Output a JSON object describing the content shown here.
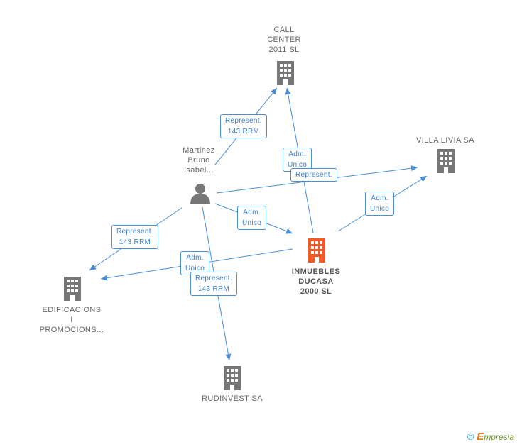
{
  "colors": {
    "edge": "#4a8fd6",
    "building": "#777777",
    "building_main": "#f05a28",
    "person": "#777777",
    "label_text": "#3f7fc9"
  },
  "nodes": {
    "call_center": {
      "lines": [
        "CALL",
        "CENTER",
        "2011 SL"
      ],
      "icon": "building-icon"
    },
    "villa_livia": {
      "lines": [
        "VILLA LIVIA SA"
      ],
      "icon": "building-icon"
    },
    "martinez": {
      "lines": [
        "Martinez",
        "Bruno",
        "Isabel..."
      ],
      "icon": "person-icon"
    },
    "inmuebles": {
      "lines": [
        "INMUEBLES",
        "DUCASA",
        "2000 SL"
      ],
      "icon": "building-icon"
    },
    "edificacions": {
      "lines": [
        "EDIFICACIONS",
        "I",
        "PROMOCIONS..."
      ],
      "icon": "building-icon"
    },
    "rudinvest": {
      "lines": [
        "RUDINVEST SA"
      ],
      "icon": "building-icon"
    }
  },
  "edge_labels": [
    {
      "id": "m_call",
      "lines": [
        "Represent.",
        "143 RRM"
      ]
    },
    {
      "id": "i_call",
      "lines": [
        "Adm.",
        "Unico"
      ]
    },
    {
      "id": "m_villa",
      "lines": [
        "Represent."
      ]
    },
    {
      "id": "i_villa",
      "lines": [
        "Adm.",
        "Unico"
      ]
    },
    {
      "id": "m_inm",
      "lines": [
        "Adm.",
        "Unico"
      ]
    },
    {
      "id": "m_edif",
      "lines": [
        "Represent.",
        "143 RRM"
      ]
    },
    {
      "id": "i_edif",
      "lines": [
        "Adm.",
        "Unico"
      ]
    },
    {
      "id": "m_rud",
      "lines": [
        "Represent.",
        "143 RRM"
      ]
    }
  ],
  "footer": {
    "copyright": "©",
    "brand_initial": "E",
    "brand_rest": "mpresia"
  }
}
